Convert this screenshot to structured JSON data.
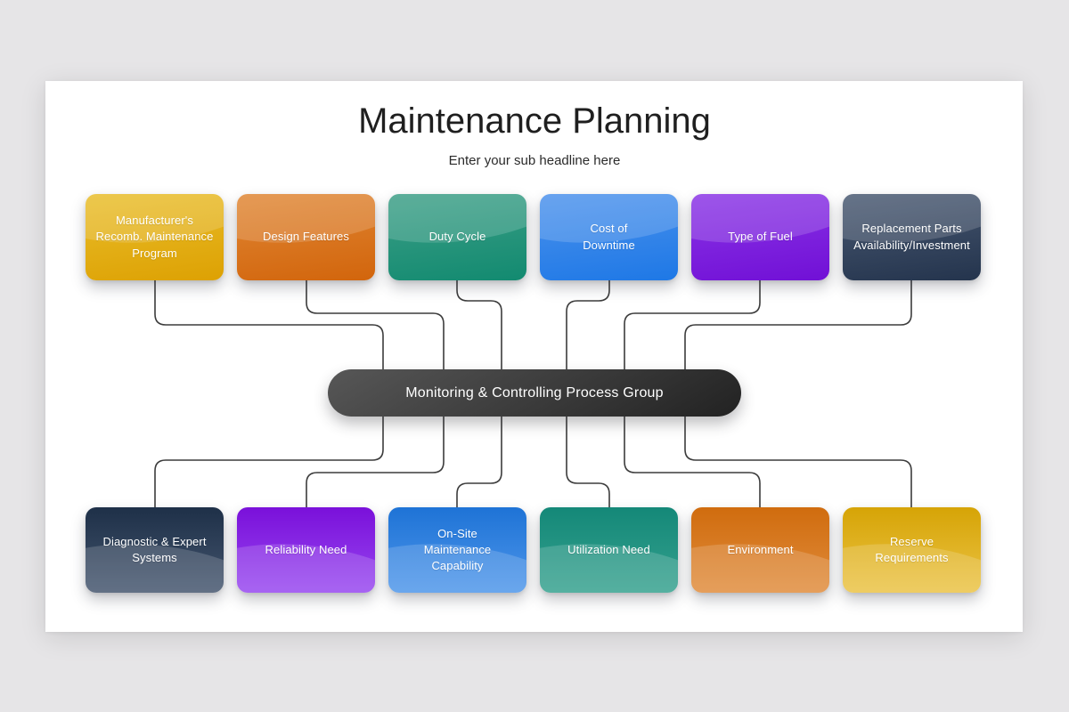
{
  "slide": {
    "title": "Maintenance Planning",
    "subtitle": "Enter your sub headline here",
    "center_label": "Monitoring & Controlling Process Group",
    "colors": {
      "page_background": "#e6e5e7",
      "slide_background": "#ffffff",
      "connector": "#3c3c3c",
      "pill_gradient_light": "#575757",
      "pill_gradient_dark": "#222222",
      "node_text": "#ffffff",
      "title_text": "#1f1f1f"
    },
    "top_row": [
      {
        "label": "Manufacturer's\nRecomb. Maintenance\nProgram",
        "color_light": "#e9be2b",
        "color_dark": "#dda103"
      },
      {
        "label": "Design Features",
        "color_light": "#e08735",
        "color_dark": "#d2650c"
      },
      {
        "label": "Duty Cycle",
        "color_light": "#3d9f87",
        "color_dark": "#128a70"
      },
      {
        "label": "Cost of\nDowntime",
        "color_light": "#4c92ec",
        "color_dark": "#1e78e6"
      },
      {
        "label": "Type of Fuel",
        "color_light": "#8a35e6",
        "color_dark": "#7110d6"
      },
      {
        "label": "Replacement Parts\nAvailability/Investment",
        "color_light": "#495972",
        "color_dark": "#24344d"
      }
    ],
    "bottom_row": [
      {
        "label": "Diagnostic & Expert\nSystems",
        "color_light": "#44556e",
        "color_dark": "#1e3048"
      },
      {
        "label": "Reliability Need",
        "color_light": "#9747f0",
        "color_dark": "#7a10da"
      },
      {
        "label": "On-Site\nMaintenance\nCapability",
        "color_light": "#4e96ea",
        "color_dark": "#1e73d6"
      },
      {
        "label": "Utilization Need",
        "color_light": "#35a18e",
        "color_dark": "#148878"
      },
      {
        "label": "Environment",
        "color_light": "#e08c3c",
        "color_dark": "#d06c0e"
      },
      {
        "label": "Reserve\nRequirements",
        "color_light": "#ebc345",
        "color_dark": "#d6a406"
      }
    ]
  }
}
